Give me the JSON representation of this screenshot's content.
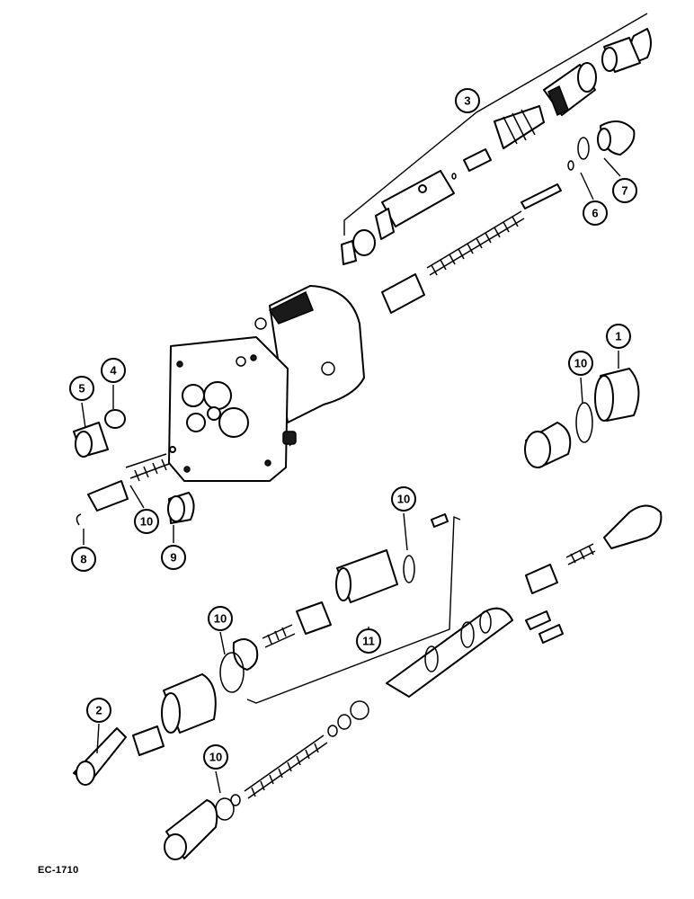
{
  "document_code": "EC-1710",
  "callouts": [
    {
      "id": "c1",
      "label": "1"
    },
    {
      "id": "c2",
      "label": "2"
    },
    {
      "id": "c3",
      "label": "3"
    },
    {
      "id": "c4",
      "label": "4"
    },
    {
      "id": "c5",
      "label": "5"
    },
    {
      "id": "c6",
      "label": "6"
    },
    {
      "id": "c7",
      "label": "7"
    },
    {
      "id": "c8",
      "label": "8"
    },
    {
      "id": "c9",
      "label": "9"
    },
    {
      "id": "c10a",
      "label": "10"
    },
    {
      "id": "c10b",
      "label": "10"
    },
    {
      "id": "c10c",
      "label": "10"
    },
    {
      "id": "c10d",
      "label": "10"
    },
    {
      "id": "c10e",
      "label": "10"
    },
    {
      "id": "c11",
      "label": "11"
    }
  ]
}
